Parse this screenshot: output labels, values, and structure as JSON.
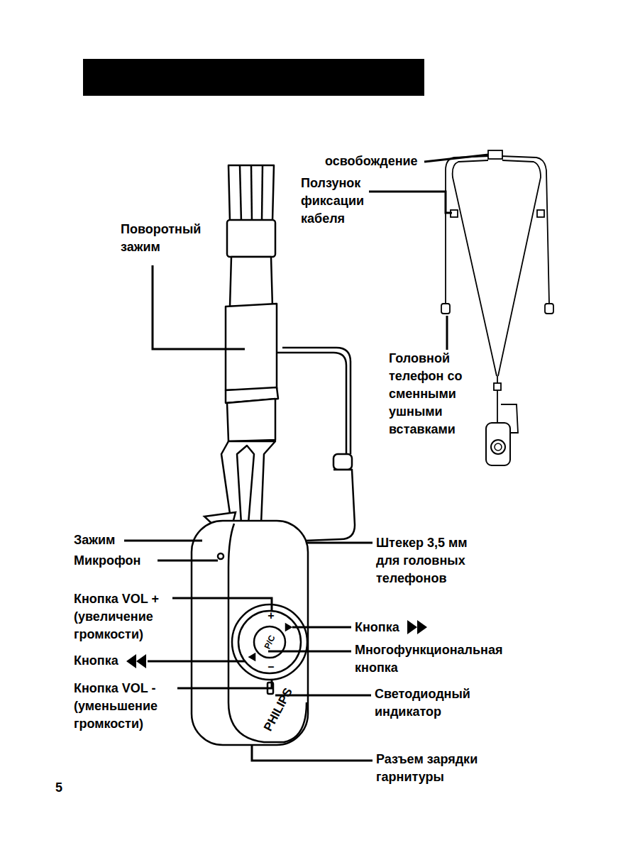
{
  "diagram": {
    "labels": [
      "освобождение",
      "Ползунок фиксации кабеля",
      "Поворотный зажим",
      "Головной телефон со сменными ушными вставками",
      "Зажим",
      "Микрофон",
      "Кнопка VOL + (увеличение громкости)",
      "Кнопка",
      "Кнопка VOL - (уменьшение громкости)",
      "Штекер 3,5 мм для головных телефонов",
      "Кнопка",
      "Многофункциональная кнопка",
      "Светодиодный индикатор",
      "Разъем зарядки гарнитуры",
      "5",
      "P/C",
      "+",
      "–",
      "PHILIPS"
    ]
  }
}
